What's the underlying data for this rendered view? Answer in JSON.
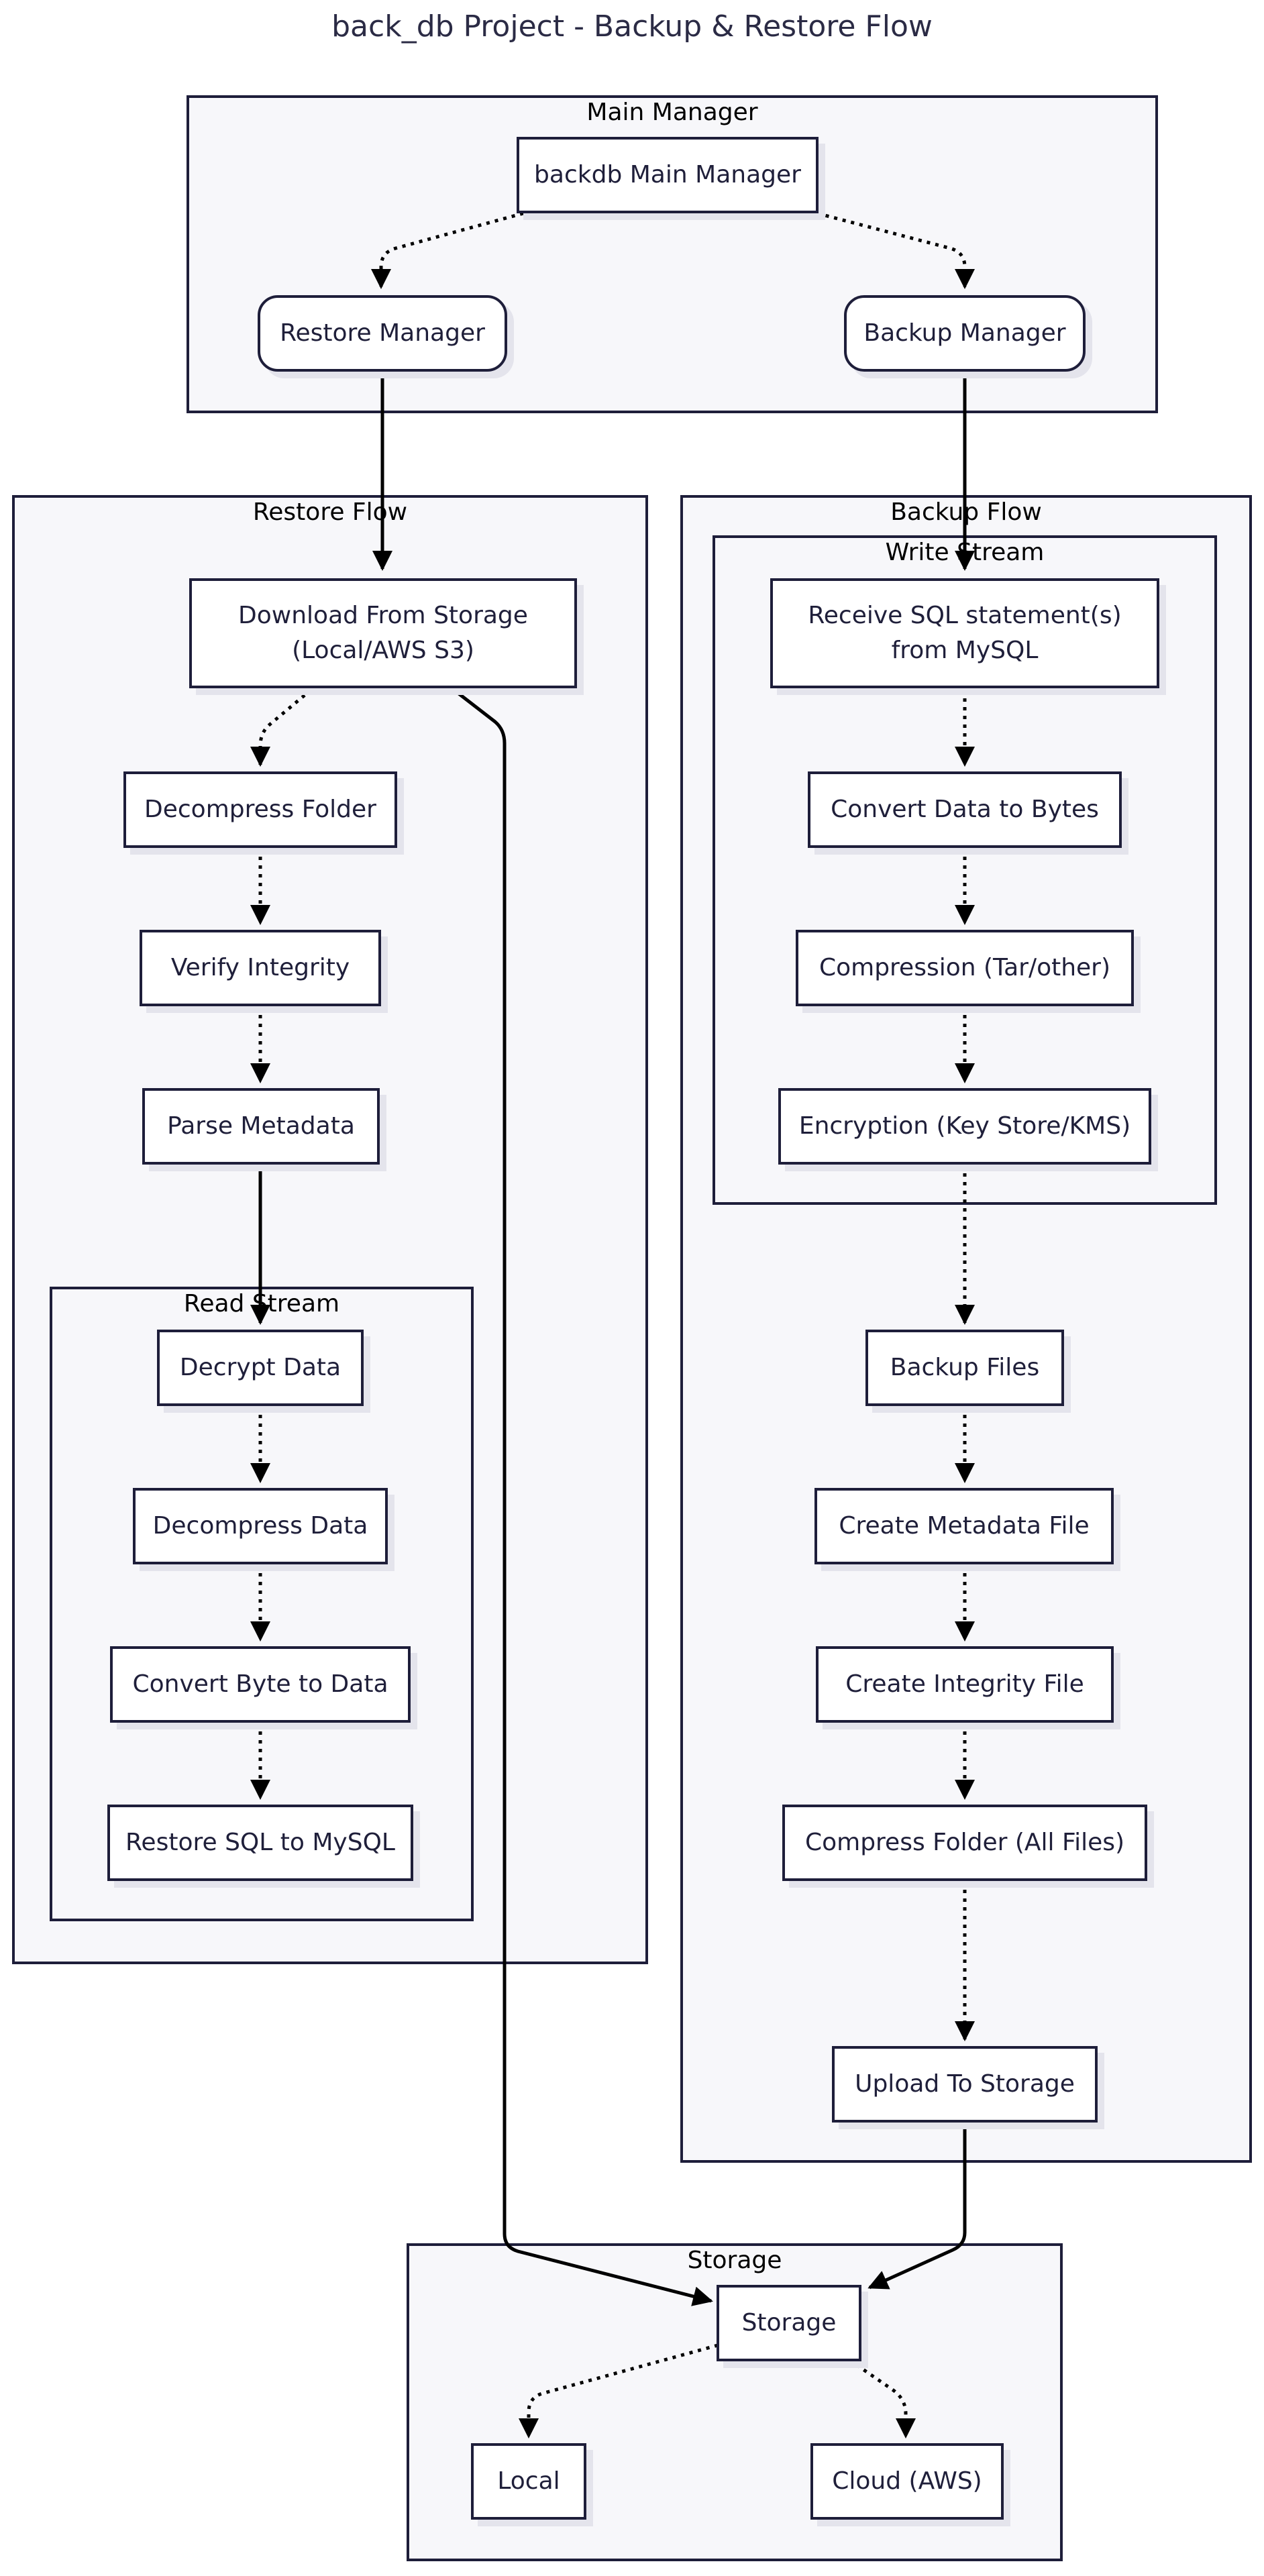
{
  "title": "back_db Project - Backup & Restore Flow",
  "clusters": {
    "main_manager": "Main Manager",
    "restore_flow": "Restore Flow",
    "read_stream": "Read Stream",
    "backup_flow": "Backup Flow",
    "write_stream": "Write Stream",
    "storage": "Storage"
  },
  "nodes": {
    "main_manager": "backdb Main Manager",
    "restore_manager": "Restore Manager",
    "backup_manager": "Backup Manager",
    "download_line1": "Download From Storage",
    "download_line2": "(Local/AWS S3)",
    "decompress_folder": "Decompress Folder",
    "verify_integrity": "Verify Integrity",
    "parse_metadata": "Parse Metadata",
    "decrypt_data": "Decrypt Data",
    "decompress_data": "Decompress Data",
    "convert_byte_to_data": "Convert Byte to Data",
    "restore_sql": "Restore SQL to MySQL",
    "receive_sql_line1": "Receive SQL statement(s)",
    "receive_sql_line2": "from MySQL",
    "convert_data_to_bytes": "Convert Data to Bytes",
    "compression": "Compression (Tar/other)",
    "encryption": "Encryption (Key Store/KMS)",
    "backup_files": "Backup Files",
    "create_metadata_file": "Create Metadata File",
    "create_integrity_file": "Create Integrity File",
    "compress_folder": "Compress Folder (All Files)",
    "upload_to_storage": "Upload To Storage",
    "storage": "Storage",
    "local": "Local",
    "cloud_aws": "Cloud (AWS)"
  },
  "colors": {
    "stroke": "#1e1e3a",
    "cluster_fill": "#f7f7fa",
    "node_fill": "#ffffff",
    "shadow": "#e4e4ec"
  }
}
